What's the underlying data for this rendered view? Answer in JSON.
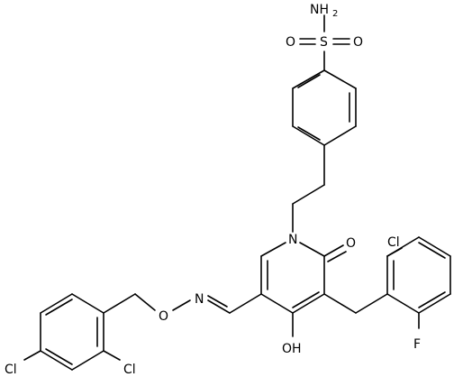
{
  "atoms": {
    "nh2": "NH",
    "nh2_sub": "2",
    "s": "S",
    "o_left": "O",
    "o_right": "O",
    "n_ring": "N",
    "o_carbonyl": "O",
    "cl_top": "Cl",
    "f": "F",
    "oh": "OH",
    "n_oxime": "N",
    "o_oxime": "O",
    "cl_left": "Cl",
    "cl_right": "Cl"
  }
}
